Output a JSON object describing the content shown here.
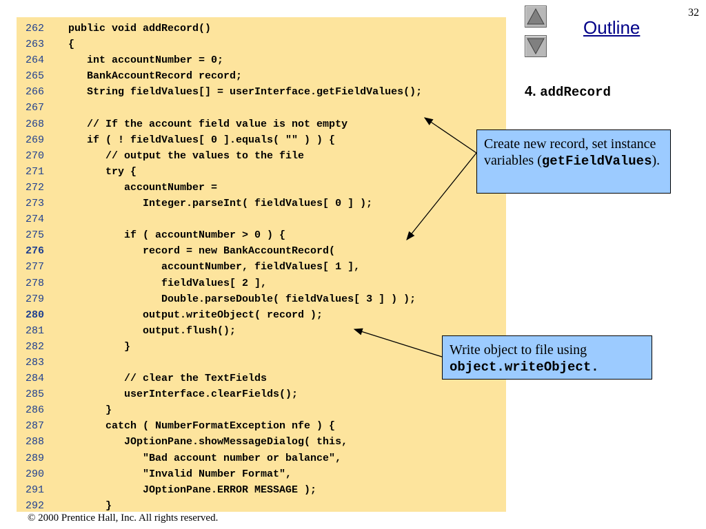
{
  "slide_number": "32",
  "outline": {
    "link_label": "Outline",
    "item_label": "4. ",
    "item_code": "addRecord"
  },
  "nav": {
    "up_icon": "triangle-up-icon",
    "down_icon": "triangle-down-icon"
  },
  "code_lines": [
    {
      "no": "262",
      "text": "public void addRecord()"
    },
    {
      "no": "263",
      "text": "{"
    },
    {
      "no": "264",
      "text": "   int accountNumber = 0;"
    },
    {
      "no": "265",
      "text": "   BankAccountRecord record;"
    },
    {
      "no": "266",
      "text": "   String fieldValues[] = userInterface.getFieldValues();"
    },
    {
      "no": "267",
      "text": ""
    },
    {
      "no": "268",
      "text": "   // If the account field value is not empty"
    },
    {
      "no": "269",
      "text": "   if ( ! fieldValues[ 0 ].equals( \"\" ) ) {"
    },
    {
      "no": "270",
      "text": "      // output the values to the file"
    },
    {
      "no": "271",
      "text": "      try {"
    },
    {
      "no": "272",
      "text": "         accountNumber ="
    },
    {
      "no": "273",
      "text": "            Integer.parseInt( fieldValues[ 0 ] );"
    },
    {
      "no": "274",
      "text": ""
    },
    {
      "no": "275",
      "text": "         if ( accountNumber > 0 ) {"
    },
    {
      "no": "276",
      "text": "            record = new BankAccountRecord(",
      "highlight": true
    },
    {
      "no": "277",
      "text": "               accountNumber, fieldValues[ 1 ],"
    },
    {
      "no": "278",
      "text": "               fieldValues[ 2 ],"
    },
    {
      "no": "279",
      "text": "               Double.parseDouble( fieldValues[ 3 ] ) );"
    },
    {
      "no": "280",
      "text": "            output.writeObject( record );",
      "highlight": true
    },
    {
      "no": "281",
      "text": "            output.flush();"
    },
    {
      "no": "282",
      "text": "         }"
    },
    {
      "no": "283",
      "text": ""
    },
    {
      "no": "284",
      "text": "         // clear the TextFields"
    },
    {
      "no": "285",
      "text": "         userInterface.clearFields();"
    },
    {
      "no": "286",
      "text": "      }"
    },
    {
      "no": "287",
      "text": "      catch ( NumberFormatException nfe ) {"
    },
    {
      "no": "288",
      "text": "         JOptionPane.showMessageDialog( this,"
    },
    {
      "no": "289",
      "text": "            \"Bad account number or balance\","
    },
    {
      "no": "290",
      "text": "            \"Invalid Number Format\","
    },
    {
      "no": "291",
      "text": "            JOptionPane.ERROR MESSAGE );"
    },
    {
      "no": "292",
      "text": "      }"
    }
  ],
  "callouts": {
    "first": {
      "text_before": "Create new record, set instance variables (",
      "code": "getFieldValues",
      "text_after": ")."
    },
    "second": {
      "text_before": "Write object to file using ",
      "code": "object.writeObject."
    }
  },
  "footer": {
    "copyright": "© 2000 Prentice Hall, Inc.  All rights reserved."
  },
  "colors": {
    "code_background": "#fde49d",
    "callout_background": "#9ccbff",
    "line_number": "#1f3f8f",
    "outline_link": "#000088"
  }
}
